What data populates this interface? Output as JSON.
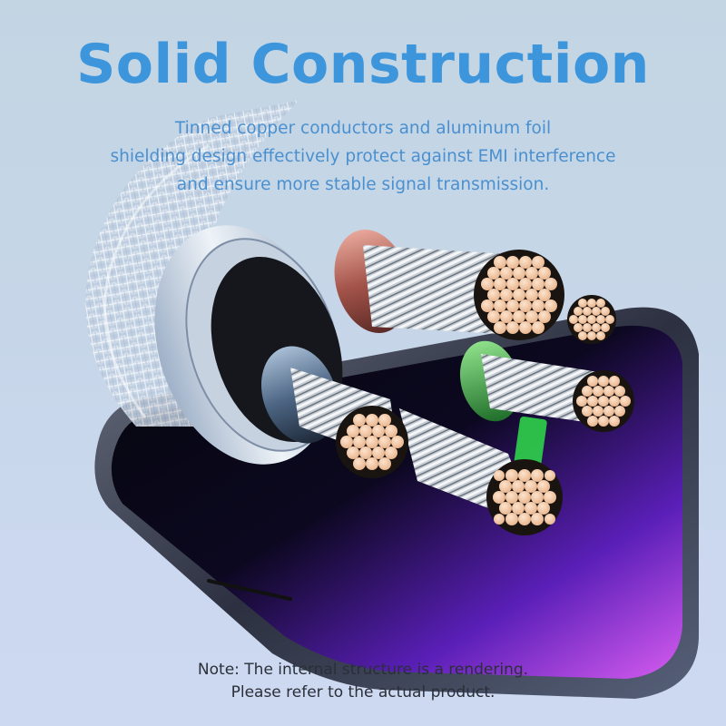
{
  "headline": "Solid Construction",
  "description": {
    "lines": [
      "Tinned copper conductors and aluminum foil",
      "shielding design effectively protect against EMI interference",
      "and ensure more stable signal transmission."
    ]
  },
  "note": {
    "lines": [
      "Note: The internal structure is a rendering.",
      "Please refer to the actual product."
    ]
  },
  "colors": {
    "headline": "#3d95dc",
    "description": "#4a90d0",
    "note": "#2a2f38",
    "background_top": "#c3d5e3",
    "background_bottom": "#cdd9f1",
    "copper": "#f2c9a6",
    "screen_purple": "#9b3cf0",
    "phone_frame": "#3a3f4c"
  },
  "illustration": {
    "subject": "braided-cable-cross-section-over-smartphone",
    "wire_jackets": [
      "copper-red",
      "green",
      "blue-grey",
      "silver"
    ],
    "conductor_bundles": 5
  }
}
